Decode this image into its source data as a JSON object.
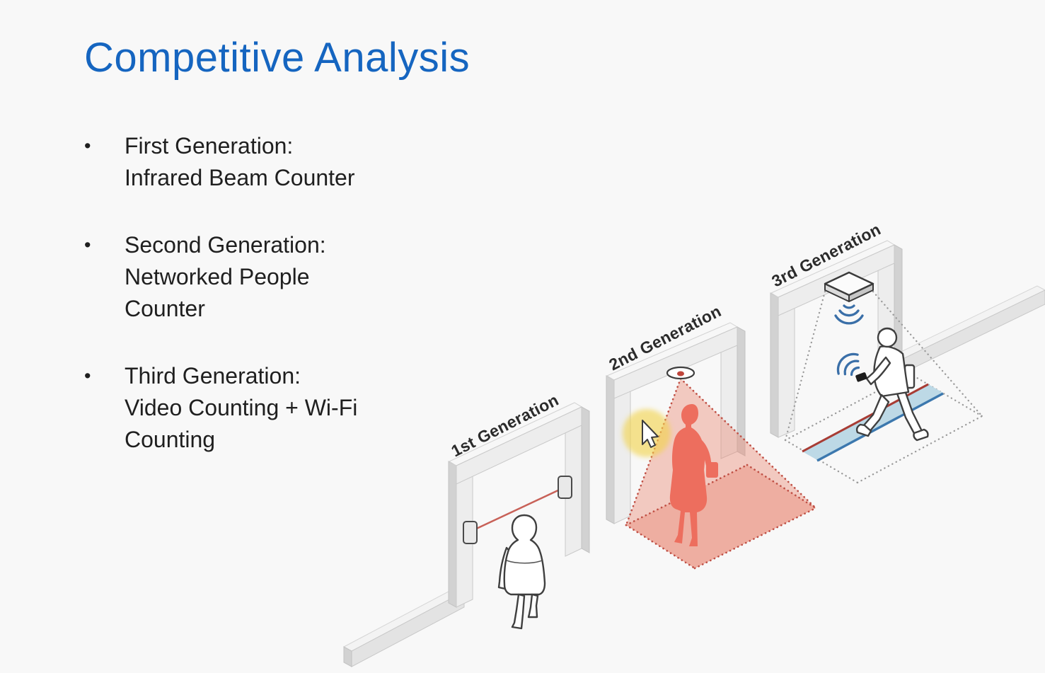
{
  "colors": {
    "background": "#f8f8f8",
    "title": "#1565c0",
    "text": "#1f1f1f",
    "beam_red": "#c0463c",
    "cone_red": "#e98873",
    "silhouette_red": "#ed6e5e",
    "dotted_red": "#c05045",
    "dotted_gray": "#9a9a9a",
    "highlight_yellow": "#f2d34b",
    "wifi_blue": "#3a6fa8",
    "band_fill": "#bdd9e6",
    "band_line_blue": "#3c78ae",
    "band_line_red": "#a83c34"
  },
  "slide": {
    "title": "Competitive Analysis",
    "bullet_char": "•",
    "bullets": [
      {
        "label": "First Generation:",
        "desc": "Infrared Beam Counter"
      },
      {
        "label": "Second Generation:",
        "desc": "Networked People Counter"
      },
      {
        "label": "Third Generation:",
        "desc": "Video Counting + Wi-Fi Counting"
      }
    ]
  },
  "diagram": {
    "gen1_label": "1st Generation",
    "gen2_label": "2nd Generation",
    "gen3_label": "3rd Generation"
  }
}
